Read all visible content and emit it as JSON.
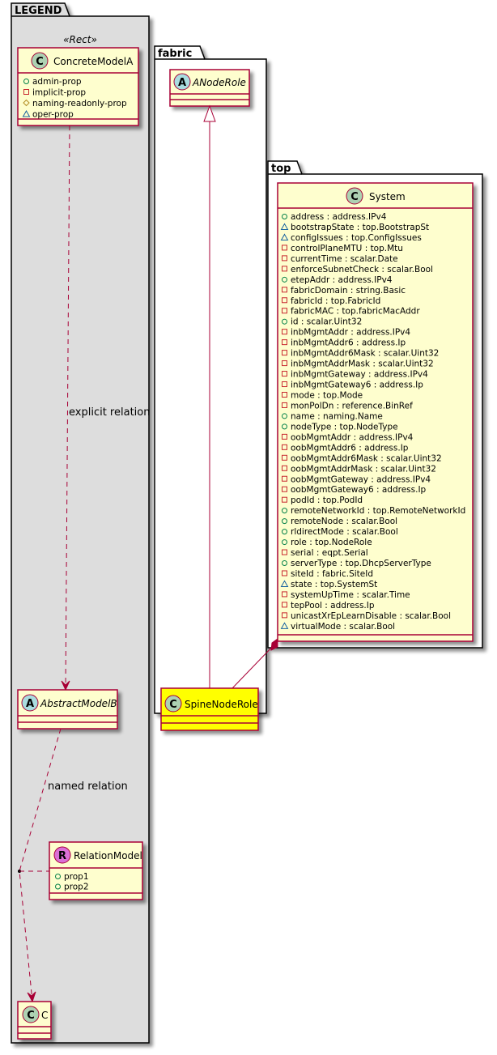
{
  "diagram": {
    "colors": {
      "border": "#A80036",
      "class_fill": "#FEFECE",
      "highlight_fill": "#FFFF00",
      "legend_fill": "#DDDDDD",
      "package_fill": "#FFFFFF",
      "class_circle": "#ADD1B2",
      "abstract_circle": "#A9DCDF",
      "relation_circle": "#DA70D6",
      "public_marker": "#038048",
      "private_marker": "#C82930",
      "protected_marker": "#B38D22",
      "package_marker": "#1963A0"
    },
    "legend": {
      "title": "LEGEND",
      "stereotype": "«Rect»",
      "concrete": {
        "badge": "C",
        "name": "ConcreteModelA",
        "attributes": [
          {
            "vis": "public",
            "text": "admin-prop"
          },
          {
            "vis": "private",
            "text": "implicit-prop"
          },
          {
            "vis": "protected",
            "text": "naming-readonly-prop"
          },
          {
            "vis": "package",
            "text": "oper-prop"
          }
        ]
      },
      "abstract": {
        "badge": "A",
        "name": "AbstractModelB"
      },
      "relation_model": {
        "badge": "R",
        "name": "RelationModel",
        "attributes": [
          {
            "vis": "public",
            "text": "prop1"
          },
          {
            "vis": "public",
            "text": "prop2"
          }
        ]
      },
      "target": {
        "badge": "C",
        "name": "C"
      },
      "explicit_relation_label": "explicit relation",
      "named_relation_label": "named relation"
    },
    "fabric": {
      "title": "fabric",
      "anoderole": {
        "badge": "A",
        "name": "ANodeRole"
      },
      "spinenoderole": {
        "badge": "C",
        "name": "SpineNodeRole"
      }
    },
    "top": {
      "title": "top",
      "system": {
        "badge": "C",
        "name": "System",
        "attributes": [
          {
            "vis": "public",
            "text": "address : address.IPv4"
          },
          {
            "vis": "package",
            "text": "bootstrapState : top.BootstrapSt"
          },
          {
            "vis": "package",
            "text": "configIssues : top.ConfigIssues"
          },
          {
            "vis": "private",
            "text": "controlPlaneMTU : top.Mtu"
          },
          {
            "vis": "private",
            "text": "currentTime : scalar.Date"
          },
          {
            "vis": "private",
            "text": "enforceSubnetCheck : scalar.Bool"
          },
          {
            "vis": "public",
            "text": "etepAddr : address.IPv4"
          },
          {
            "vis": "private",
            "text": "fabricDomain : string.Basic"
          },
          {
            "vis": "private",
            "text": "fabricId : top.FabricId"
          },
          {
            "vis": "private",
            "text": "fabricMAC : top.fabricMacAddr"
          },
          {
            "vis": "public",
            "text": "id : scalar.Uint32"
          },
          {
            "vis": "private",
            "text": "inbMgmtAddr : address.IPv4"
          },
          {
            "vis": "private",
            "text": "inbMgmtAddr6 : address.Ip"
          },
          {
            "vis": "private",
            "text": "inbMgmtAddr6Mask : scalar.Uint32"
          },
          {
            "vis": "private",
            "text": "inbMgmtAddrMask : scalar.Uint32"
          },
          {
            "vis": "private",
            "text": "inbMgmtGateway : address.IPv4"
          },
          {
            "vis": "private",
            "text": "inbMgmtGateway6 : address.Ip"
          },
          {
            "vis": "private",
            "text": "mode : top.Mode"
          },
          {
            "vis": "private",
            "text": "monPolDn : reference.BinRef"
          },
          {
            "vis": "public",
            "text": "name : naming.Name"
          },
          {
            "vis": "public",
            "text": "nodeType : top.NodeType"
          },
          {
            "vis": "private",
            "text": "oobMgmtAddr : address.IPv4"
          },
          {
            "vis": "private",
            "text": "oobMgmtAddr6 : address.Ip"
          },
          {
            "vis": "private",
            "text": "oobMgmtAddr6Mask : scalar.Uint32"
          },
          {
            "vis": "private",
            "text": "oobMgmtAddrMask : scalar.Uint32"
          },
          {
            "vis": "private",
            "text": "oobMgmtGateway : address.IPv4"
          },
          {
            "vis": "private",
            "text": "oobMgmtGateway6 : address.Ip"
          },
          {
            "vis": "private",
            "text": "podId : top.PodId"
          },
          {
            "vis": "public",
            "text": "remoteNetworkId : top.RemoteNetworkId"
          },
          {
            "vis": "public",
            "text": "remoteNode : scalar.Bool"
          },
          {
            "vis": "public",
            "text": "rldirectMode : scalar.Bool"
          },
          {
            "vis": "public",
            "text": "role : top.NodeRole"
          },
          {
            "vis": "private",
            "text": "serial : eqpt.Serial"
          },
          {
            "vis": "public",
            "text": "serverType : top.DhcpServerType"
          },
          {
            "vis": "private",
            "text": "siteId : fabric.SiteId"
          },
          {
            "vis": "package",
            "text": "state : top.SystemSt"
          },
          {
            "vis": "private",
            "text": "systemUpTime : scalar.Time"
          },
          {
            "vis": "private",
            "text": "tepPool : address.Ip"
          },
          {
            "vis": "private",
            "text": "unicastXrEpLearnDisable : scalar.Bool"
          },
          {
            "vis": "package",
            "text": "virtualMode : scalar.Bool"
          }
        ]
      }
    }
  }
}
